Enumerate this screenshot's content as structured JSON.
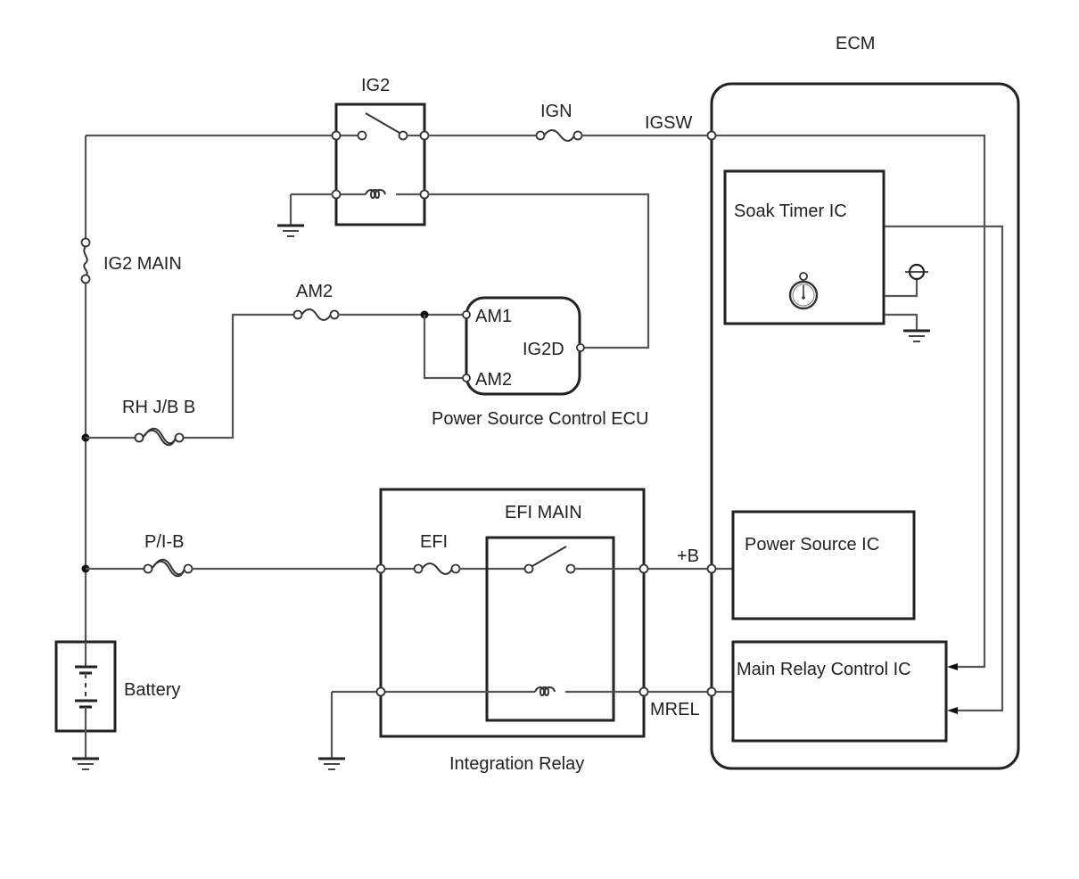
{
  "components": {
    "ecm": {
      "label": "ECM"
    },
    "ig2_relay": {
      "label": "IG2"
    },
    "ign_fuse": {
      "label": "IGN"
    },
    "igsw_pin": {
      "label": "IGSW"
    },
    "ig2_main_fuse": {
      "label": "IG2 MAIN"
    },
    "am2_fuse": {
      "label": "AM2"
    },
    "power_source_control_ecu": {
      "label": "Power Source Control ECU",
      "pins": {
        "am1": "AM1",
        "am2": "AM2",
        "ig2d": "IG2D"
      }
    },
    "rh_jb_b_fuse": {
      "label": "RH J/B B"
    },
    "pi_b_fuse": {
      "label": "P/I-B"
    },
    "battery": {
      "label": "Battery"
    },
    "integration_relay": {
      "label": "Integration Relay"
    },
    "efi_main_relay": {
      "label": "EFI MAIN"
    },
    "efi_fuse": {
      "label": "EFI"
    },
    "plus_b_pin": {
      "label": "+B"
    },
    "mrel_pin": {
      "label": "MREL"
    },
    "soak_timer_ic": {
      "label": "Soak Timer IC"
    },
    "power_source_ic": {
      "label": "Power Source IC"
    },
    "main_relay_control_ic": {
      "label": "Main Relay Control IC"
    }
  },
  "icons": {
    "timer": "stopwatch-icon",
    "ground": "ground-icon",
    "fuse": "fuse-icon",
    "fusible_link": "fusible-link-icon",
    "relay_coil": "coil-icon",
    "switch": "switch-icon",
    "battery_cell": "battery-icon",
    "power_supply": "power-supply-icon"
  }
}
